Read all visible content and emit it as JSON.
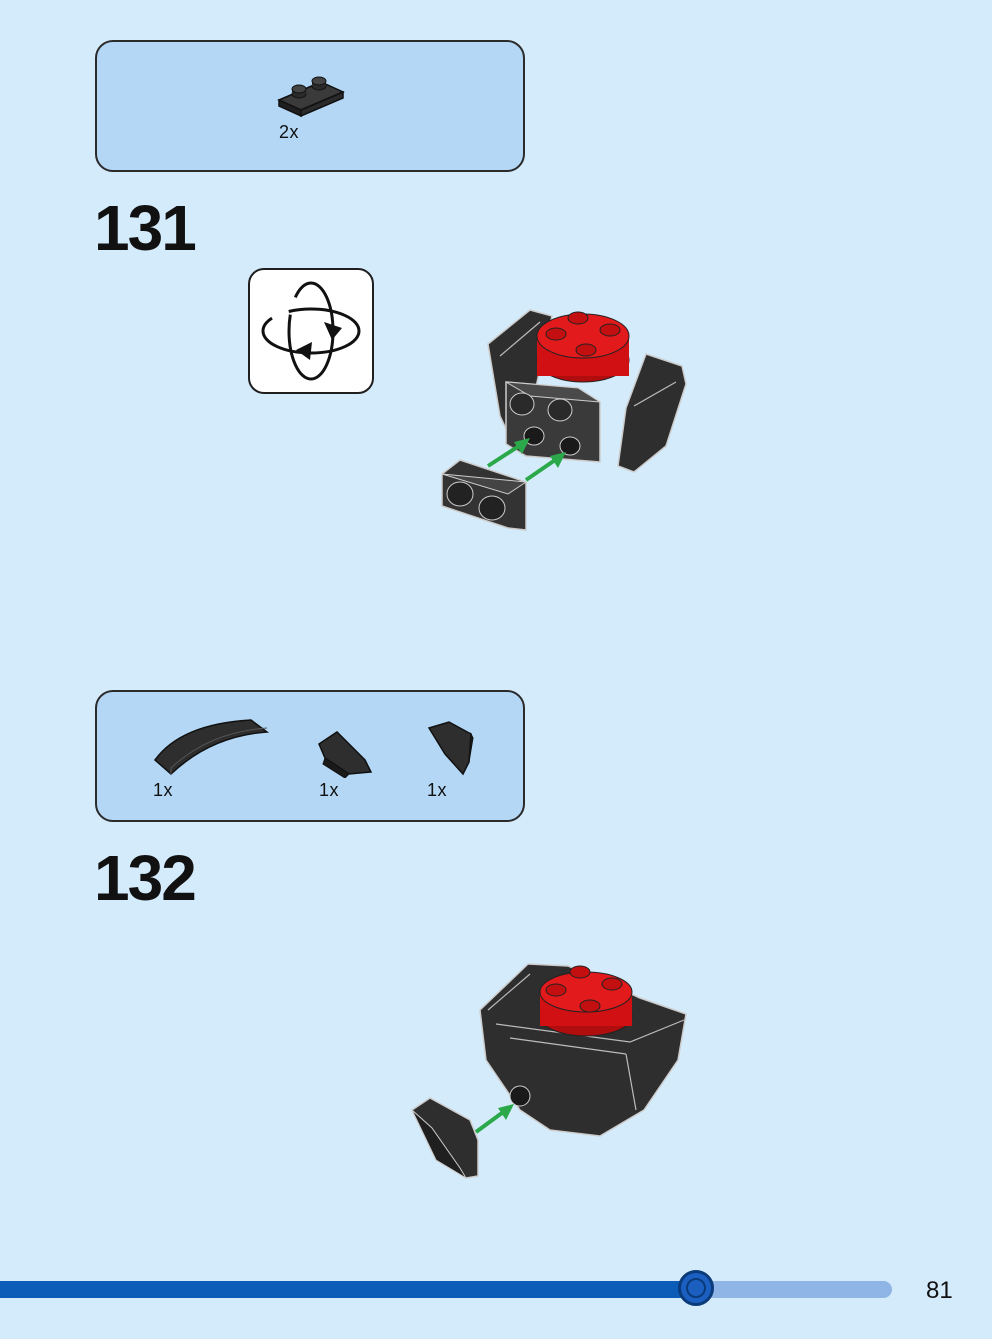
{
  "step131": {
    "number": "131",
    "parts": [
      {
        "qty": "2x",
        "icon": "plate-1x2-black-icon"
      }
    ],
    "rotate_icon": "rotate-model-icon"
  },
  "step132": {
    "number": "132",
    "parts": [
      {
        "qty": "1x",
        "icon": "curved-slope-black-icon"
      },
      {
        "qty": "1x",
        "icon": "wedge-left-black-icon"
      },
      {
        "qty": "1x",
        "icon": "wedge-right-black-icon"
      }
    ]
  },
  "colors": {
    "page_bg": "#d4ebfb",
    "parts_box_bg": "#b3d7f5",
    "brick_black": "#2e2e2e",
    "brick_red": "#d01012",
    "arrow_green": "#2aa84a",
    "progress_fill": "#0c5db8",
    "progress_track": "#8fb5e6"
  },
  "progress": {
    "fraction": 0.78
  },
  "page": {
    "number": "81"
  }
}
